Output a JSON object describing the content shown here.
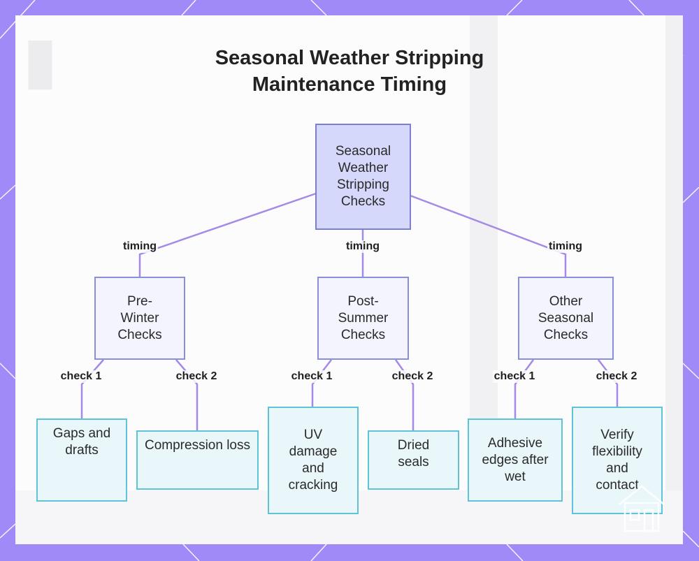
{
  "title": {
    "line1": "Seasonal Weather Stripping",
    "line2": "Maintenance Timing"
  },
  "diagram": {
    "root": {
      "label": "Seasonal Weather Stripping Checks"
    },
    "groups": [
      {
        "label": "Pre-Winter Checks",
        "edge_label": "timing",
        "children": [
          {
            "label": "Gaps and drafts",
            "edge_label": "check 1"
          },
          {
            "label": "Compression loss",
            "edge_label": "check 2"
          }
        ]
      },
      {
        "label": "Post-Summer Checks",
        "edge_label": "timing",
        "children": [
          {
            "label": "UV damage and cracking",
            "edge_label": "check 1"
          },
          {
            "label": "Dried seals",
            "edge_label": "check 2"
          }
        ]
      },
      {
        "label": "Other Seasonal Checks",
        "edge_label": "timing",
        "children": [
          {
            "label": "Adhesive edges after wet",
            "edge_label": "check 1"
          },
          {
            "label": "Verify flexibility and contact",
            "edge_label": "check 2"
          }
        ]
      }
    ]
  },
  "colors": {
    "frame": "#a08af7",
    "connector": "#a48ae6",
    "root_fill": "#d6d8fb",
    "mid_fill": "#f3f4fd",
    "leaf_fill": "#e9f7fb",
    "leaf_border": "#5ec3d6"
  },
  "icons": {
    "watermark": "house-logo-icon"
  }
}
